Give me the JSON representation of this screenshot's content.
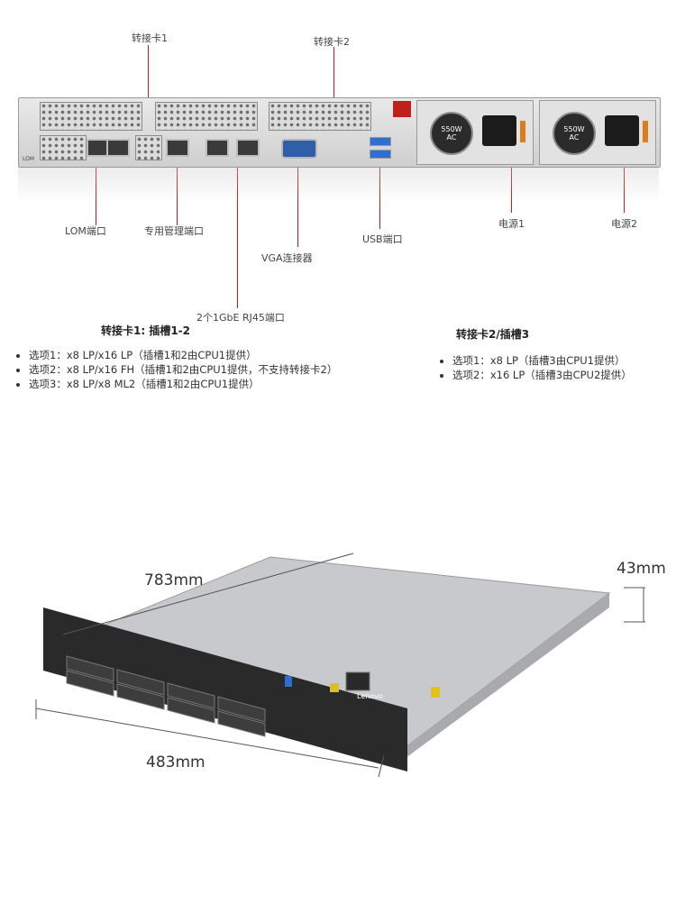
{
  "labels": {
    "riser1": "转接卡1",
    "riser2": "转接卡2",
    "lom_port": "LOM端口",
    "mgmt_port": "专用管理端口",
    "vga": "VGA连接器",
    "usb": "USB端口",
    "psu1": "电源1",
    "psu2": "电源2",
    "rj45": "2个1GbE RJ45端口"
  },
  "psu_rating": {
    "watt": "550W",
    "type": "AC"
  },
  "chassis_marks": {
    "lom": "LOM"
  },
  "riser1_section": {
    "title": "转接卡1: 插槽1-2",
    "options": [
      "选项1：x8 LP/x16 LP（插槽1和2由CPU1提供）",
      "选项2：x8 LP/x16 FH（插槽1和2由CPU1提供，不支持转接卡2）",
      "选项3：x8 LP/x8 ML2（插槽1和2由CPU1提供）"
    ]
  },
  "riser2_section": {
    "title": "转接卡2/插槽3",
    "options": [
      "选项1：x8 LP（插槽3由CPU1提供）",
      "选项2：x16 LP（插槽3由CPU2提供）"
    ]
  },
  "dimensions": {
    "depth": "783mm",
    "height": "43mm",
    "width": "483mm"
  },
  "front_brand": "Lenovo",
  "colors": {
    "accent": "#c0201b",
    "psu_badge": "#c0201b"
  }
}
